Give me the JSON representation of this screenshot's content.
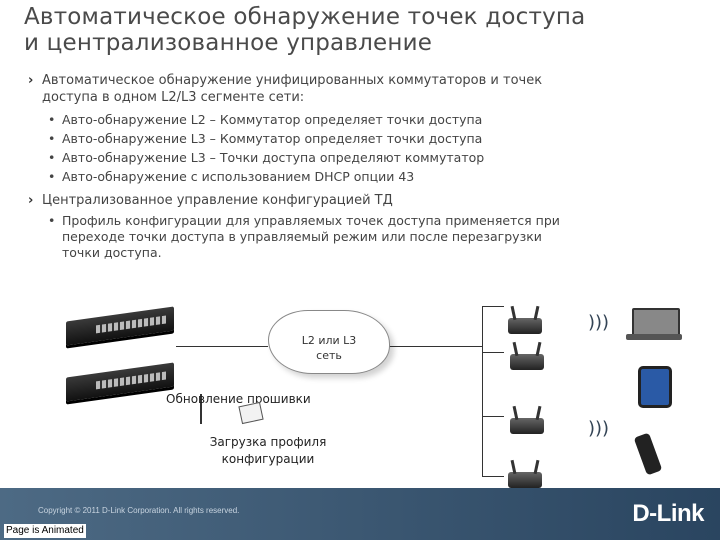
{
  "slide": {
    "title_line1": "Автоматическое обнаружение точек доступа",
    "title_line2": "и централизованное управление",
    "sections": [
      {
        "heading_line1": "Автоматическое обнаружение унифицированных коммутаторов и точек",
        "heading_line2": "доступа в одном L2/L3 сегменте сети:",
        "bullets": [
          "Авто-обнаружение L2 – Коммутатор определяет точки доступа",
          "Авто-обнаружение L3 – Коммутатор определяет точки доступа",
          "Авто-обнаружение L3 – Точки доступа определяют коммутатор",
          "Авто-обнаружение с использованием  DHCP опции 43"
        ]
      },
      {
        "heading_line1": "Централизованное управление конфигурацией ТД",
        "bullets": [
          "Профиль конфигурации для управляемых точек доступа применяется при",
          "переходе точки доступа в управляемый режим или после перезагрузки",
          "точки доступа."
        ]
      }
    ],
    "bullet_glyph": "•",
    "arrow_glyph": "›"
  },
  "diagram": {
    "cloud_line1": "L2 или L3",
    "cloud_line2": "сеть",
    "firmware_label": "Обновление прошивки",
    "profile_line1": "Загрузка профиля",
    "profile_line2": "конфигурации"
  },
  "footer": {
    "copyright": "Copyright © 2011 D-Link Corporation. All rights reserved.",
    "brand": "D-Link",
    "animated_note": "Page is Animated",
    "color_left": "#4d6a84",
    "color_right": "#2a4560"
  }
}
